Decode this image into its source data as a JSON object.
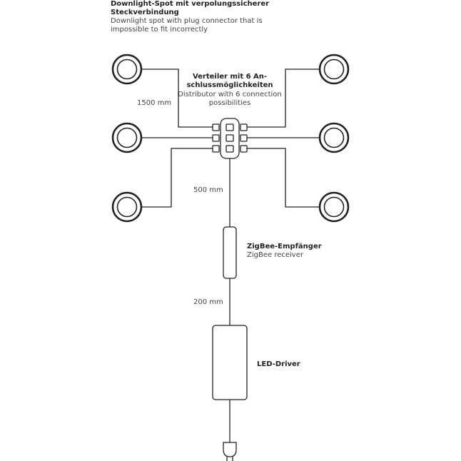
{
  "spot_label": {
    "de_line1": "Downlight-Spot mit verpolungssicherer",
    "de_line2": "Steckverbindung",
    "en_line1": "Downlight spot with plug connector that is",
    "en_line2": "impossible to fit incorrectly"
  },
  "distributor_label": {
    "de_line1": "Verteiler mit 6 An-",
    "de_line2": "schlussmöglichkeiten",
    "en_line1": "Distributor with 6 connection",
    "en_line2": "possibilities"
  },
  "receiver_label": {
    "de": "ZigBee-Empfänger",
    "en": "ZigBee receiver"
  },
  "driver_label": {
    "de": "LED-Driver"
  },
  "lengths": {
    "spot_cable": "1500 mm",
    "distributor_cable": "500 mm",
    "receiver_cable": "200 mm"
  }
}
